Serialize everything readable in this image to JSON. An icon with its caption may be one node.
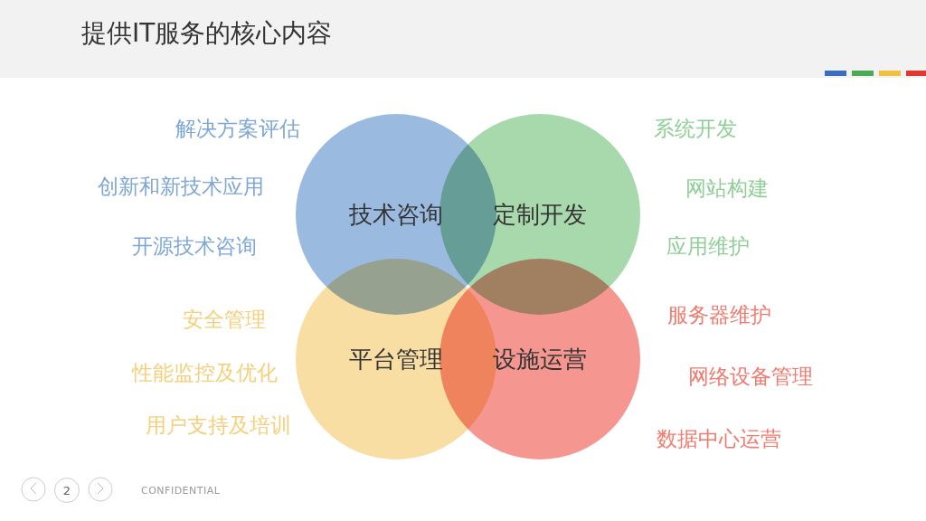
{
  "diagram": {
    "title": "提供IT服务的核心内容",
    "nodes": [
      {
        "text": [
          "技术咨询"
        ]
      },
      {
        "text": [
          "定制开发"
        ]
      },
      {
        "text": [
          "平台管理"
        ]
      },
      {
        "text": [
          "设施运营"
        ]
      }
    ],
    "edges": [],
    "labels": [
      "解决方案评估",
      "系统开发",
      "创新和新技术应用",
      "网站构建",
      "开源技术咨询",
      "应用维护",
      "安全管理",
      "服务器维护",
      "性能监控及优化",
      "网络设备管理",
      "用户支持及培训",
      "数据中心运营",
      "2",
      "CONFIDENTIAL"
    ]
  }
}
